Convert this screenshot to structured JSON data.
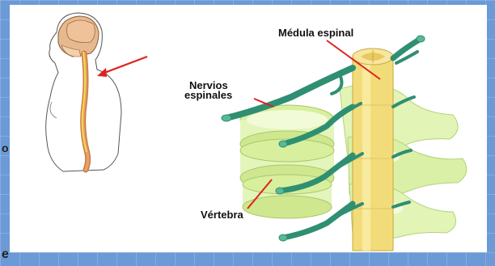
{
  "labels": {
    "medula": "Médula espinal",
    "nervios_line1": "Nervios",
    "nervios_line2": "espinales",
    "vertebra": "Vértebra"
  },
  "edge_glyphs": {
    "left_mid": "o",
    "left_bottom": "e"
  },
  "colors": {
    "background": "#6b9ad6",
    "panel": "#ffffff",
    "spinal_cord": "#f2dc7a",
    "vertebra": "#dff2b0",
    "nerve": "#2f8f72",
    "pointer": "#e02020"
  }
}
